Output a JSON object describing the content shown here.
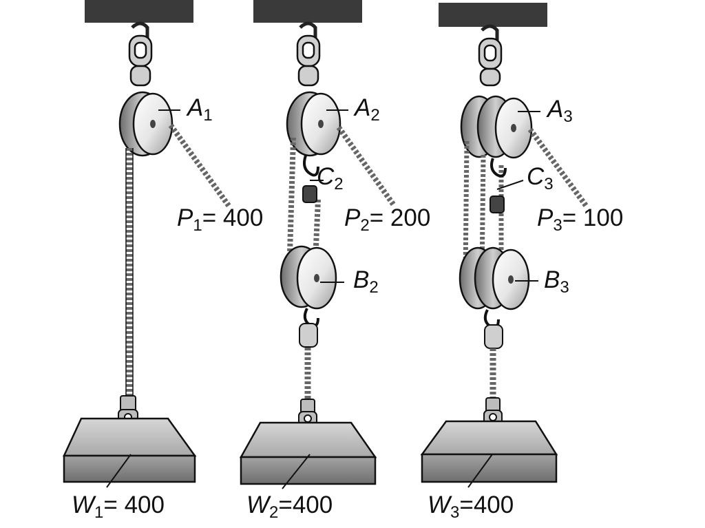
{
  "systems": [
    {
      "pulley_a": {
        "letter": "A",
        "index": "1"
      },
      "effort": {
        "letter": "P",
        "index": "1",
        "value": "= 400"
      },
      "weight": {
        "letter": "W",
        "index": "1",
        "value": "= 400"
      }
    },
    {
      "pulley_a": {
        "letter": "A",
        "index": "2"
      },
      "hook": {
        "letter": "C",
        "index": "2"
      },
      "effort": {
        "letter": "P",
        "index": "2",
        "value": "= 200"
      },
      "pulley_b": {
        "letter": "B",
        "index": "2"
      },
      "weight": {
        "letter": "W",
        "index": "2",
        "value": "=400"
      }
    },
    {
      "pulley_a": {
        "letter": "A",
        "index": "3"
      },
      "hook": {
        "letter": "C",
        "index": "3"
      },
      "effort": {
        "letter": "P",
        "index": "3",
        "value": "= 100"
      },
      "pulley_b": {
        "letter": "B",
        "index": "3"
      },
      "weight": {
        "letter": "W",
        "index": "3",
        "value": "=400"
      }
    }
  ],
  "colors": {
    "beam": "#3c3c3c",
    "sheave": "#e9e9e9",
    "rope": "#777777",
    "weight_top": "#bdbdbd",
    "weight_front": "#8f8f8f",
    "weight_side": "#707070",
    "outline": "#111111"
  }
}
